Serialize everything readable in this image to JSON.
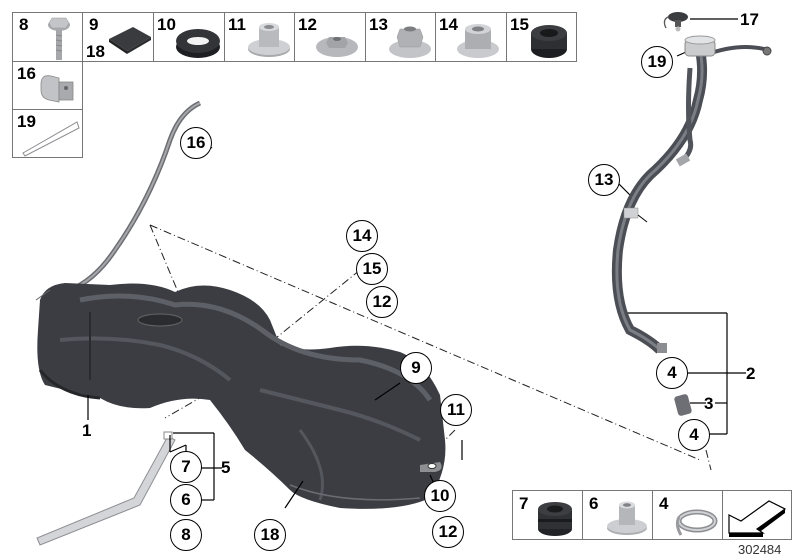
{
  "top_parts_grid": [
    {
      "label": "8",
      "part": "bolt"
    },
    {
      "label": "9",
      "label2": "18",
      "part": "pad"
    },
    {
      "label": "10",
      "part": "oval-grommet"
    },
    {
      "label": "11",
      "part": "collar-washer"
    },
    {
      "label": "12",
      "part": "flange-nut-low"
    },
    {
      "label": "13",
      "part": "flange-nut"
    },
    {
      "label": "14",
      "part": "spacer-sleeve"
    },
    {
      "label": "15",
      "part": "rubber-grommet"
    }
  ],
  "left_parts_column": [
    {
      "label": "16",
      "part": "clip"
    },
    {
      "label": "19",
      "part": "strap"
    }
  ],
  "bottom_parts_grid": [
    {
      "label": "7",
      "part": "rubber-grommet"
    },
    {
      "label": "6",
      "part": "collar-washer"
    },
    {
      "label": "4",
      "part": "hose-clamp"
    },
    {
      "label": "",
      "part": "direction-arrow"
    }
  ],
  "callouts": {
    "c16": "16",
    "c14": "14",
    "c15": "15",
    "c12a": "12",
    "c9": "9",
    "c11": "11",
    "c10": "10",
    "c12b": "12",
    "c7": "7",
    "c6": "6",
    "c8": "8",
    "c18": "18",
    "c19": "19",
    "c13": "13",
    "c4a": "4",
    "c4b": "4"
  },
  "plain_labels": {
    "l1": "1",
    "l5": "5",
    "l2": "2",
    "l3": "3",
    "l17": "17"
  },
  "document_id": "302484",
  "colors": {
    "tank": "#3e4046",
    "hose": "#5a5c63",
    "metal": "#b8b9bc",
    "rubber": "#2a2b2f",
    "border": "#777777"
  }
}
